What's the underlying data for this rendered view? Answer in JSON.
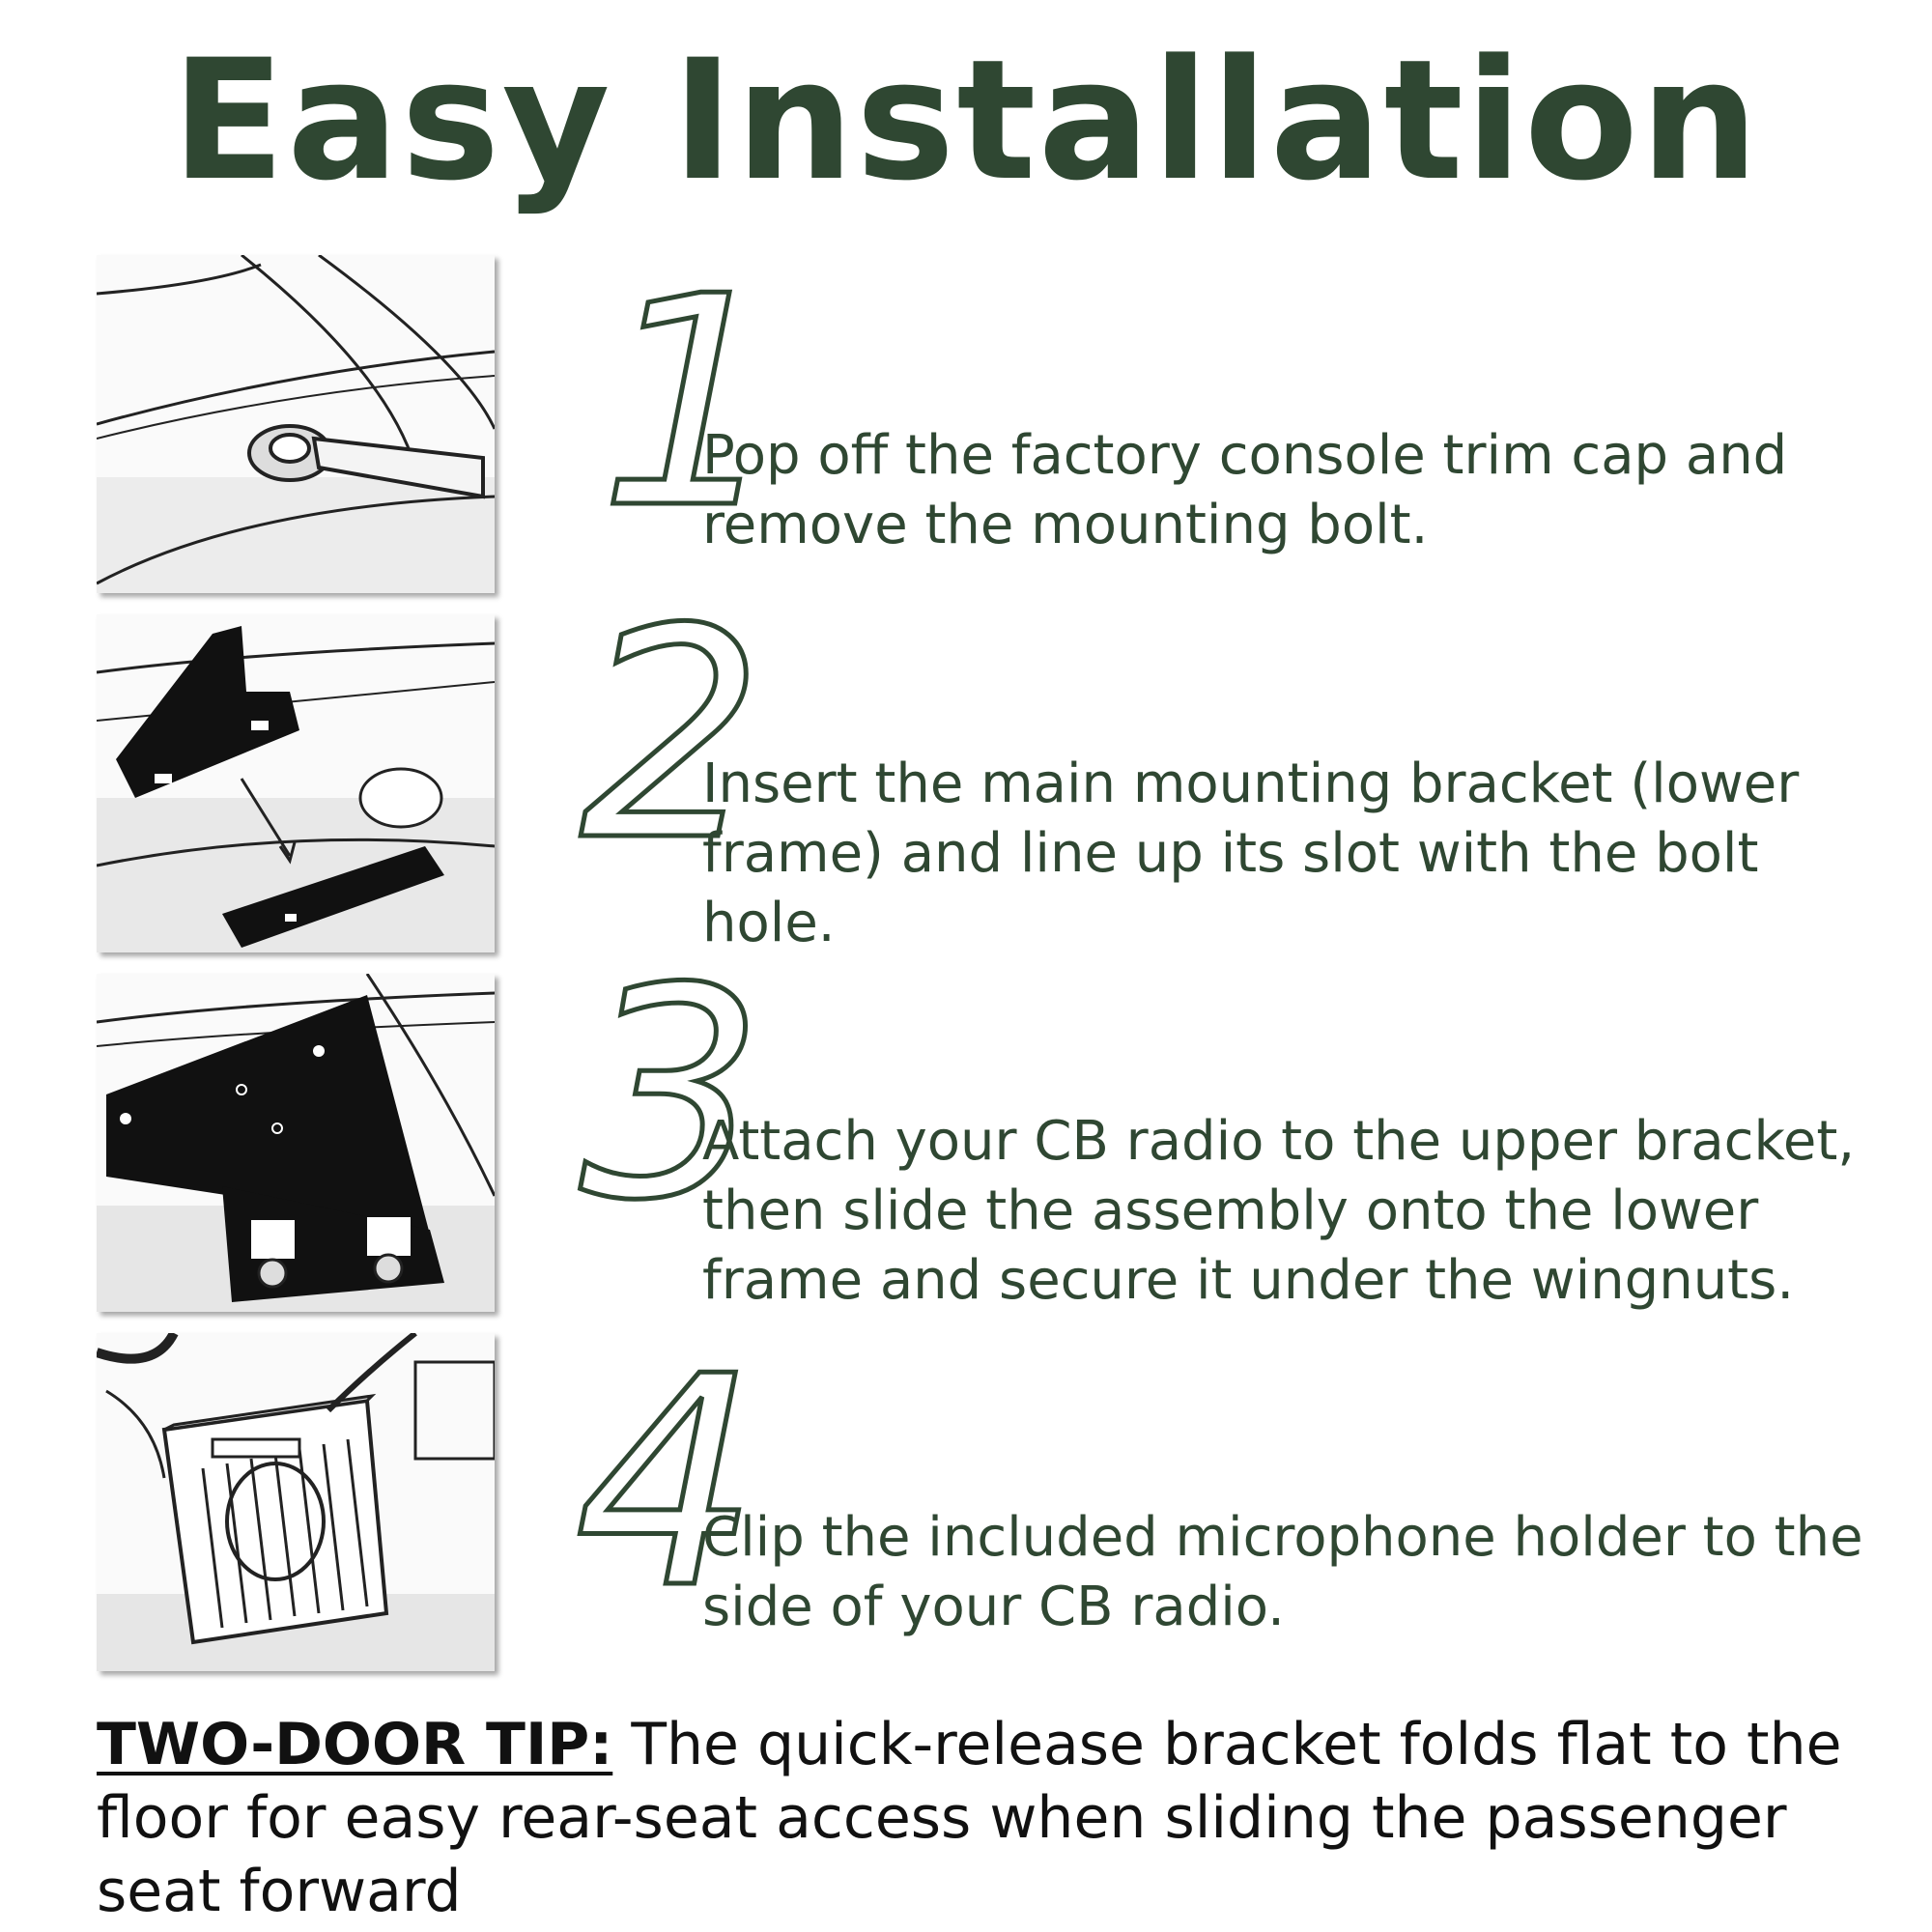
{
  "colors": {
    "accent": "#2f4732",
    "text": "#111111"
  },
  "title": "Easy Installation",
  "steps": [
    {
      "number": "1",
      "text": "Pop off the factory console trim cap and remove the mounting bolt."
    },
    {
      "number": "2",
      "text": "Insert the main mounting bracket (lower frame) and line up its slot with the bolt hole."
    },
    {
      "number": "3",
      "text": "Attach your CB radio to the upper bracket, then slide the assembly onto the lower frame and secure it under the wingnuts."
    },
    {
      "number": "4",
      "text": "Clip the included microphone holder to the side of your CB radio."
    }
  ],
  "tip": {
    "label": "TWO-DOOR TIP:",
    "text": " The quick-release bracket folds flat to the floor for easy rear-seat access when sliding the passenger seat forward"
  }
}
